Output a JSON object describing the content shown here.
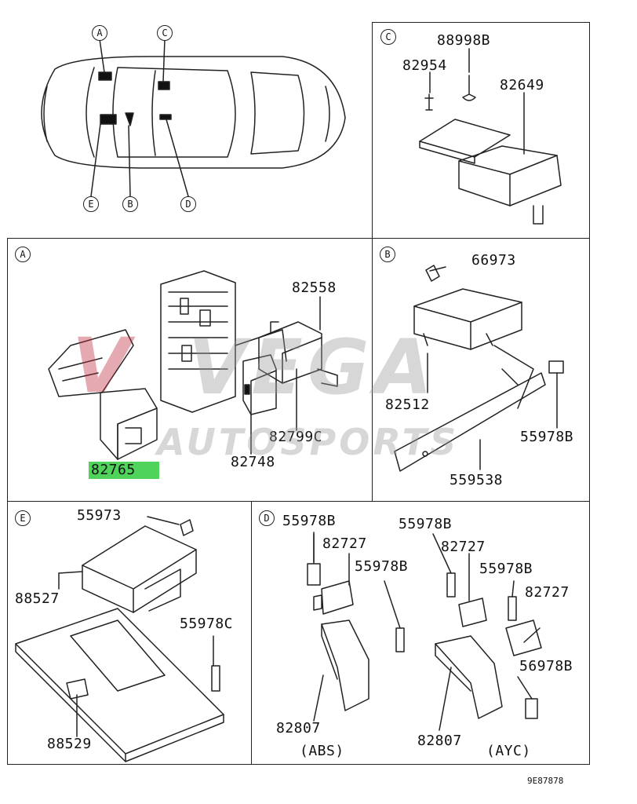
{
  "panels": {
    "overview": {
      "callouts": [
        "A",
        "C",
        "E",
        "B",
        "D"
      ]
    },
    "C": {
      "badge": "C",
      "parts": [
        "88998B",
        "82954",
        "82649"
      ]
    },
    "A": {
      "badge": "A",
      "parts": [
        "82558",
        "82799C",
        "82748",
        "82765"
      ]
    },
    "B": {
      "badge": "B",
      "parts": [
        "66973",
        "82512",
        "55978B",
        "559538"
      ]
    },
    "E": {
      "badge": "E",
      "parts": [
        "55973",
        "88527",
        "55978C",
        "88529"
      ]
    },
    "D": {
      "badge": "D",
      "parts": [
        "55978B",
        "82727",
        "55978B",
        "82807",
        "(ABS)",
        "55978B",
        "82727",
        "55978B",
        "82727",
        "56978B",
        "82807",
        "(AYC)"
      ]
    }
  },
  "highlight": {
    "part": "82765",
    "color": "#4fd35a"
  },
  "watermark": {
    "line1": "VEGA",
    "line2": "AUTOSPORTS",
    "mark": "V",
    "mark_color": "#be283c"
  },
  "footer": {
    "code": "9E87878"
  }
}
